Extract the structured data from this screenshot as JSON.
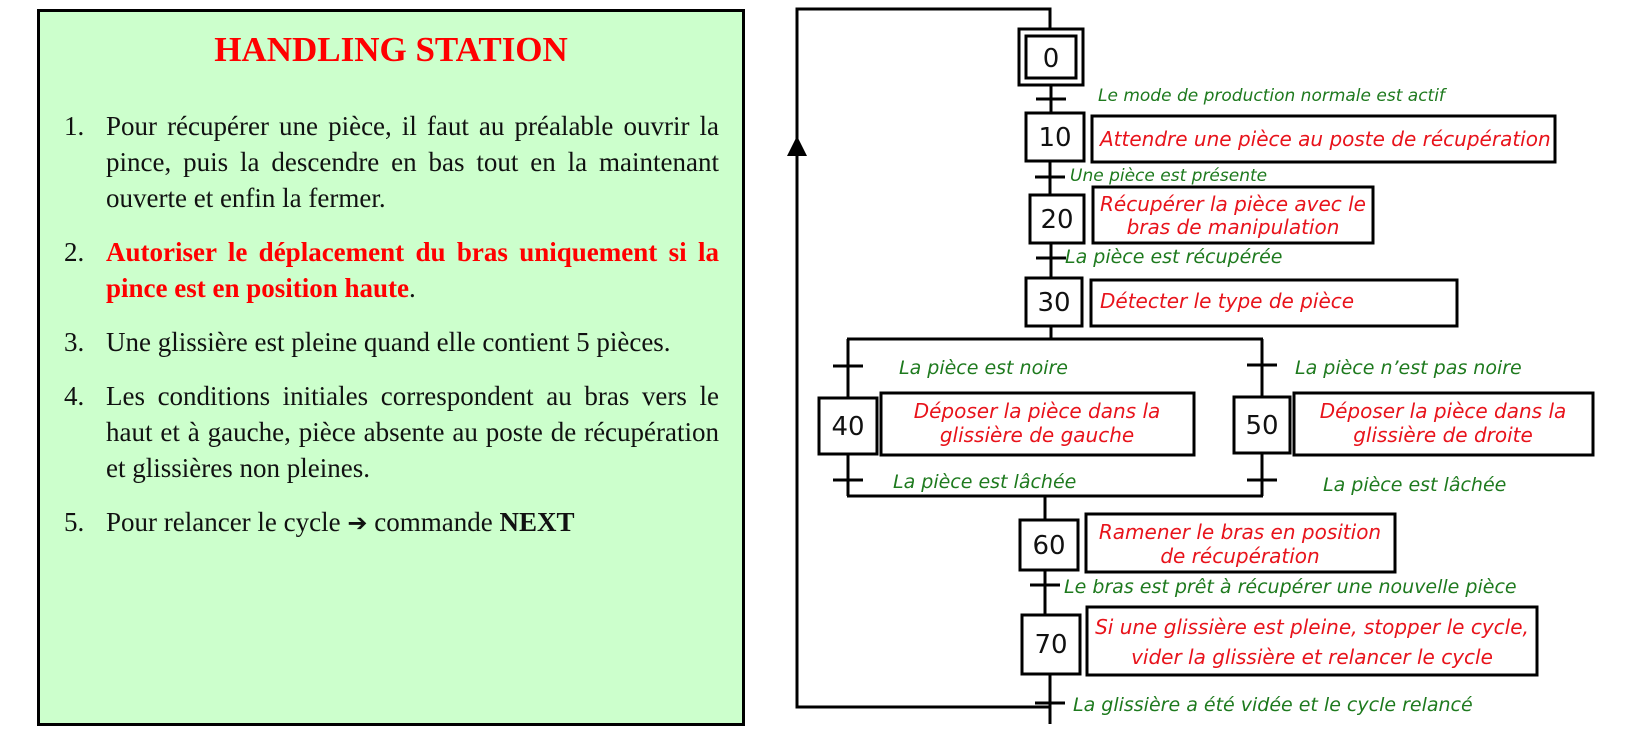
{
  "panel": {
    "title": "HANDLING STATION",
    "items": [
      {
        "num": "1.",
        "text": "Pour récupérer une pièce, il faut au préalable ouvrir la pince, puis la descendre en bas tout en la maintenant ouverte et enfin la fermer."
      },
      {
        "num": "2.",
        "emph": "Autoriser le déplacement du bras uniquement si la pince est en position haute",
        "tail": "."
      },
      {
        "num": "3.",
        "text": "Une glissière est pleine quand elle contient 5 pièces."
      },
      {
        "num": "4.",
        "text": "Les conditions initiales correspondent au bras vers le haut et à gauche, pièce absente au poste de récupération et glissières non pleines."
      },
      {
        "num": "5.",
        "lead": "Pour relancer le cycle ",
        "arrow": "➔",
        "mid": " commande ",
        "strong": "NEXT"
      }
    ],
    "colors": {
      "background": "#ccffcc",
      "title": "#ff0000",
      "emphasis": "#ff0000"
    }
  },
  "grafcet": {
    "colors": {
      "action": "#e8131b",
      "condition": "#1e7a1e",
      "line": "#000000"
    },
    "steps": [
      {
        "id": "0",
        "initial": true
      },
      {
        "id": "10",
        "action": [
          "Attendre une pièce au poste de récupération"
        ]
      },
      {
        "id": "20",
        "action": [
          "Récupérer  la pièce avec le",
          "bras de manipulation"
        ]
      },
      {
        "id": "30",
        "action": [
          "Détecter le type de pièce"
        ]
      },
      {
        "id": "40",
        "action": [
          "Déposer la pièce dans la",
          "glissière de gauche"
        ]
      },
      {
        "id": "50",
        "action": [
          "Déposer la pièce dans la",
          "glissière de droite"
        ]
      },
      {
        "id": "60",
        "action": [
          "Ramener le bras en position",
          "de récupération"
        ]
      },
      {
        "id": "70",
        "action": [
          "Si une glissière est pleine, stopper le cycle,",
          "vider la glissière et relancer le cycle"
        ]
      }
    ],
    "transitions": {
      "t0_10": "Le mode de production normale est actif",
      "t10_20": "Une pièce est présente",
      "t20_30": "La pièce est récupérée",
      "t30_40": "La pièce est noire",
      "t30_50": "La pièce n’est pas noire",
      "t40_60": "La pièce est lâchée",
      "t50_60": "La pièce est lâchée",
      "t60_70": "Le bras est prêt à récupérer une nouvelle pièce",
      "t70_0": "La glissière a été vidée et le cycle relancé"
    }
  }
}
